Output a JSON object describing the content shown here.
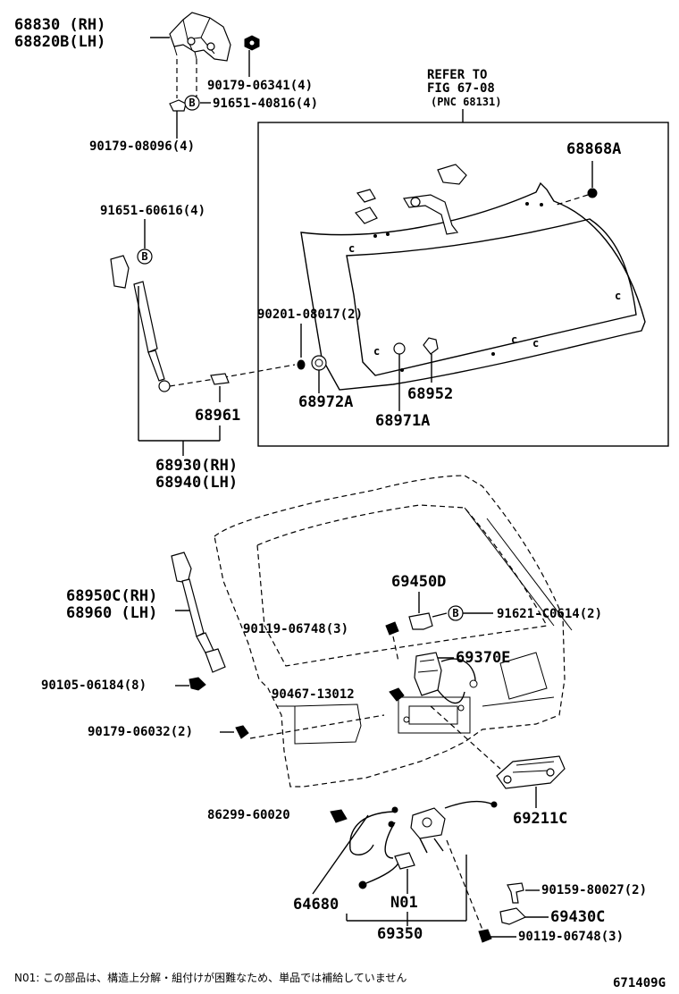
{
  "labels": {
    "p68830": "68830  (RH)",
    "p68820b": "68820B(LH)",
    "p90179_06341": "90179-06341(4)",
    "p91651_40816": "91651-40816(4)",
    "p90179_08096": "90179-08096(4)",
    "refer1": "REFER TO",
    "refer2": "FIG 67-08",
    "refer3": "(PNC 68131)",
    "p68868a": "68868A",
    "p91651_60616": "91651-60616(4)",
    "p90201_08017": "90201-08017(2)",
    "p68961": "68961",
    "p68972a": "68972A",
    "p68952": "68952",
    "p68971a": "68971A",
    "p68930": "68930(RH)",
    "p68940": "68940(LH)",
    "p69450d": "69450D",
    "p68950c": "68950C(RH)",
    "p68960": "68960  (LH)",
    "p90119_06748a": "90119-06748(3)",
    "p91621_c0614": "91621-C0614(2)",
    "p69370e": "69370E",
    "p90105_06184": "90105-06184(8)",
    "p90467_13012": "90467-13012",
    "p90179_06032": "90179-06032(2)",
    "p69211c": "69211C",
    "p86299_60020": "86299-60020",
    "p90159_80027": "90159-80027(2)",
    "p64680": "64680",
    "n01": "N01",
    "p69430c": "69430C",
    "p69350": "69350",
    "p90119_06748b": "90119-06748(3)"
  },
  "badges": {
    "b1": "B",
    "b2": "B",
    "b3": "B"
  },
  "footnote": "N01: この部品は、構造上分解・組付けが困難なため、単品では補給していません",
  "figure_code": "671409G"
}
